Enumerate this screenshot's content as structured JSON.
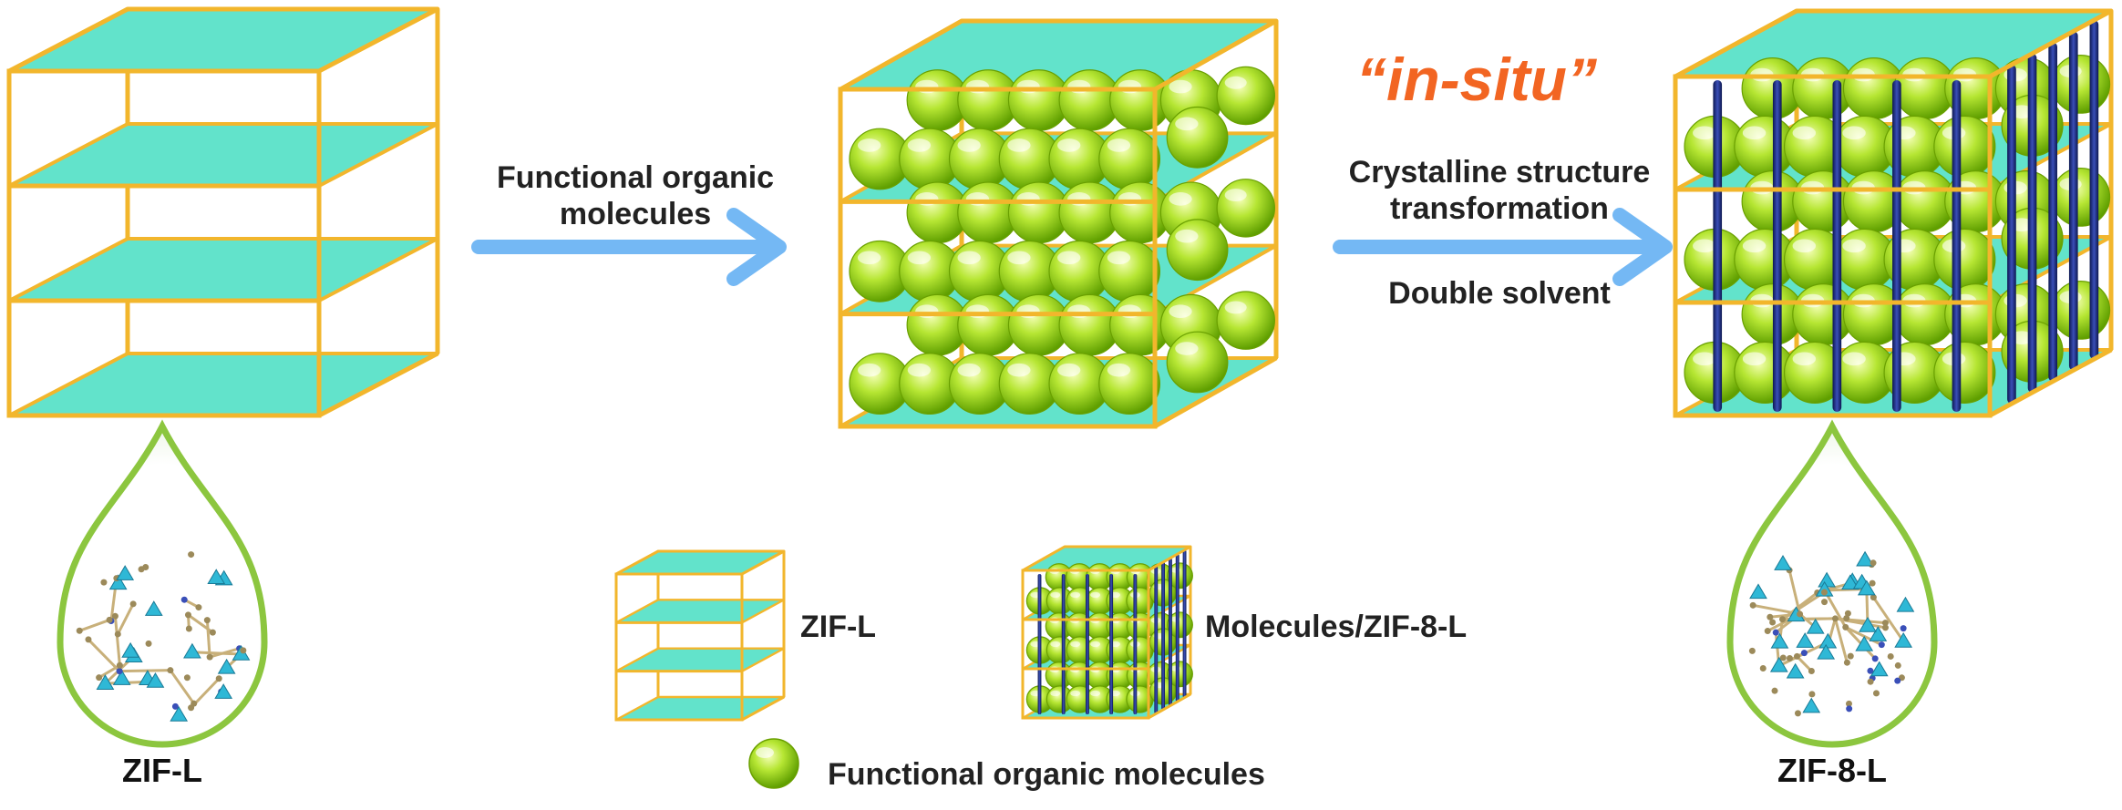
{
  "stage1": {
    "label": "ZIF-L"
  },
  "step1": {
    "line1": "Functional organic",
    "line2": "molecules"
  },
  "step2": {
    "highlight": "“in-situ”",
    "line1": "Crystalline structure",
    "line2": "transformation",
    "line3": "Double solvent"
  },
  "stage3": {
    "label": "ZIF-8-L"
  },
  "legend": {
    "zif_l": "ZIF-L",
    "molecules_zif8l": "Molecules/ZIF-8-L",
    "functional": "Functional organic molecules"
  },
  "colors": {
    "frame": "#f2b62c",
    "slab_top": "#62e3cb",
    "slab_front": "#4fcfb3",
    "arrow": "#74b8f4",
    "accent_text": "#f26522",
    "sphere": "#9ed414",
    "rod": "#1f2f8a"
  }
}
